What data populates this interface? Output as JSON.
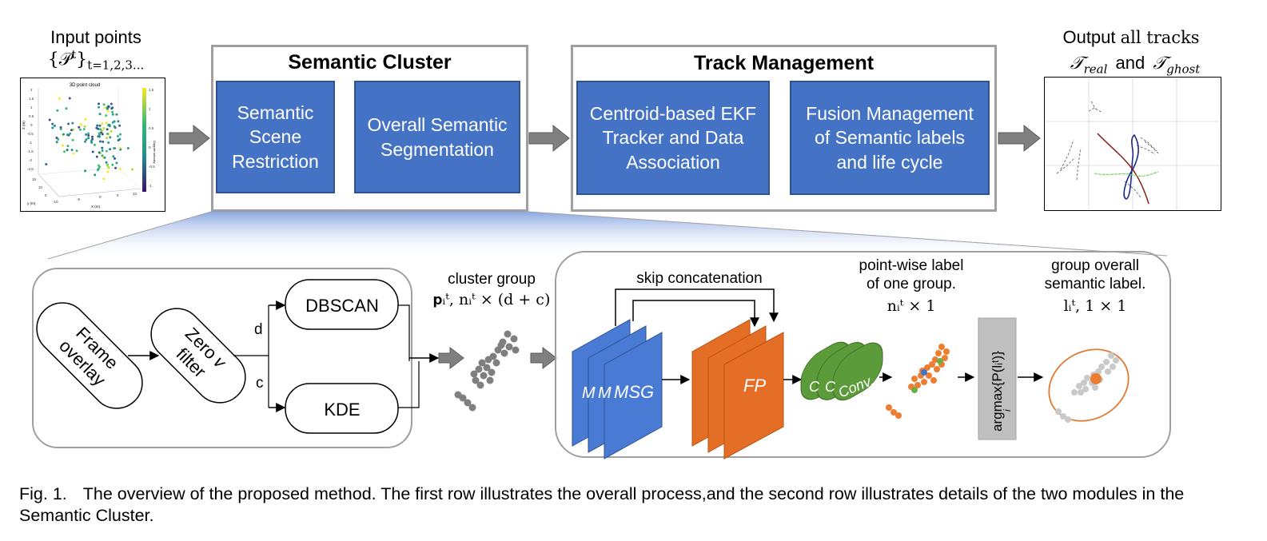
{
  "top": {
    "input_label": "Input points",
    "input_set_main": "{𝒫",
    "input_set_sup": "t",
    "input_set_close": "}",
    "input_set_sub": "t=1,2,3...",
    "semantic_cluster_title": "Semantic Cluster",
    "semantic_scene_restriction": "Semantic Scene Restriction",
    "overall_semantic_segmentation": "Overall Semantic Segmentation",
    "track_management_title": "Track Management",
    "ekf_tracker": "Centroid-based EKF Tracker and Data Association",
    "fusion_management": "Fusion Management of Semantic labels and life cycle",
    "output_label_prefix": "Output ",
    "output_label_emph": "all tracks",
    "output_real": "𝒯",
    "output_real_sub": "real",
    "output_and": "and",
    "output_ghost": "𝒯",
    "output_ghost_sub": "ghost"
  },
  "thumbnail": {
    "title": "3D point cloud",
    "zlabel": "Z (m)",
    "xlabel": "X (m)",
    "ylabel": "y (m)",
    "colorbar_label": "Doppler velocity",
    "z_ticks": [
      "2",
      "1.5",
      "1",
      "0.5",
      "0",
      "-0.5",
      "-1",
      "-1.5",
      "-2",
      "-2.5"
    ],
    "x_ticks": [
      "-10",
      "-5",
      "0",
      "5",
      "10"
    ],
    "y_ticks": [
      "15",
      "10",
      "5"
    ],
    "colorbar_ticks": [
      "1.5",
      "1",
      "0.5",
      "0",
      "-0.5",
      "-1"
    ]
  },
  "bottom_left": {
    "frame_overlay": "Frame overlay",
    "zero_v_filter_line1": "Zero 𝑣",
    "zero_v_filter_line2": "filter",
    "branch_d": "d",
    "branch_c": "c",
    "dbscan": "DBSCAN",
    "kde": "KDE",
    "cluster_group_label": "cluster group",
    "cluster_group_formula": "𝐩ᵢᵗ,  nᵢᵗ × (d + c)"
  },
  "bottom_right": {
    "skip_concatenation": "skip concatenation",
    "msg_label": "MSG",
    "msg_partial": "M",
    "fp_label": "FP",
    "conv_label": "Conv.",
    "conv_partial": "C",
    "pointwise_label_line1": "point-wise label",
    "pointwise_label_line2": "of one group.",
    "pointwise_formula": "nᵢᵗ × 1",
    "argmax_label": "argmax{P(lᵢᵗ)}",
    "argmax_sub": "i",
    "group_label_line1": "group overall",
    "group_label_line2": "semantic label.",
    "group_formula": "lᵢᵗ,  1 × 1"
  },
  "caption": {
    "fig": "Fig. 1.",
    "text": "The overview of the proposed method. The first row illustrates the overall process,and the second row illustrates details of the two modules in the Semantic Cluster."
  },
  "colors": {
    "blue_box": "#4472c4",
    "orange": "#ed7d31",
    "green": "#70ad47",
    "grey_border": "#a0a0a0",
    "arrow_grey": "#808080"
  }
}
